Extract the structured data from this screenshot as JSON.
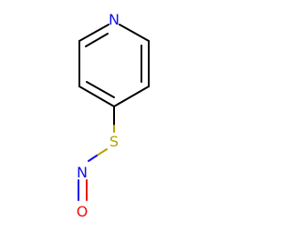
{
  "molecule": {
    "atoms": [
      {
        "id": "N1",
        "label": "N",
        "color": "#1010ee"
      },
      {
        "id": "S1",
        "label": "S",
        "color": "#b8a000"
      },
      {
        "id": "N2",
        "label": "N",
        "color": "#1010ee"
      },
      {
        "id": "O1",
        "label": "O",
        "color": "#ee1010"
      }
    ],
    "bond_color": "#000000"
  }
}
